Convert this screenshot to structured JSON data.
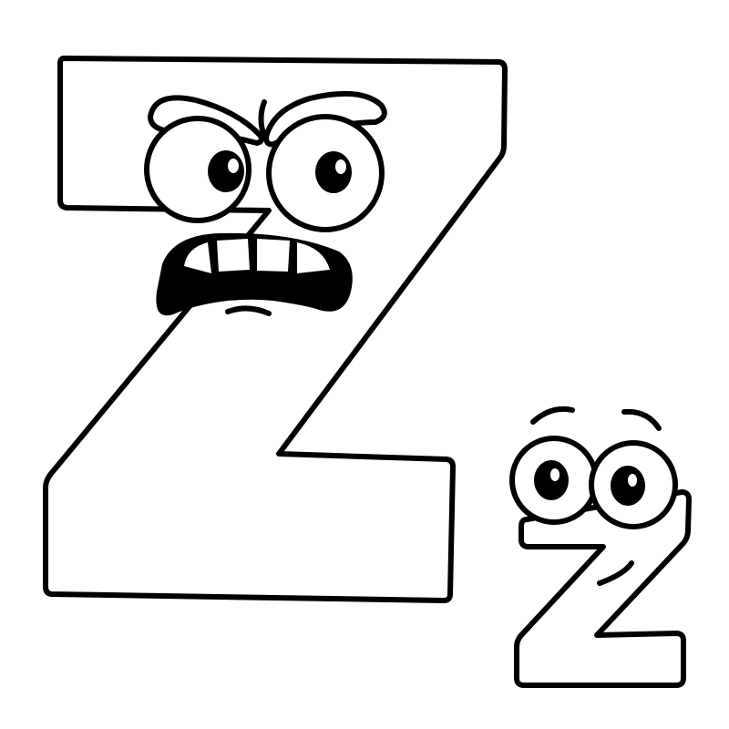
{
  "illustration": {
    "subject": "Zz",
    "style": "coloring-page line art",
    "colors": {
      "line": "#000000",
      "fill": "#ffffff"
    },
    "uppercase": {
      "letter": "Z",
      "expression": "angry"
    },
    "lowercase": {
      "letter": "z",
      "expression": "smiling"
    }
  }
}
